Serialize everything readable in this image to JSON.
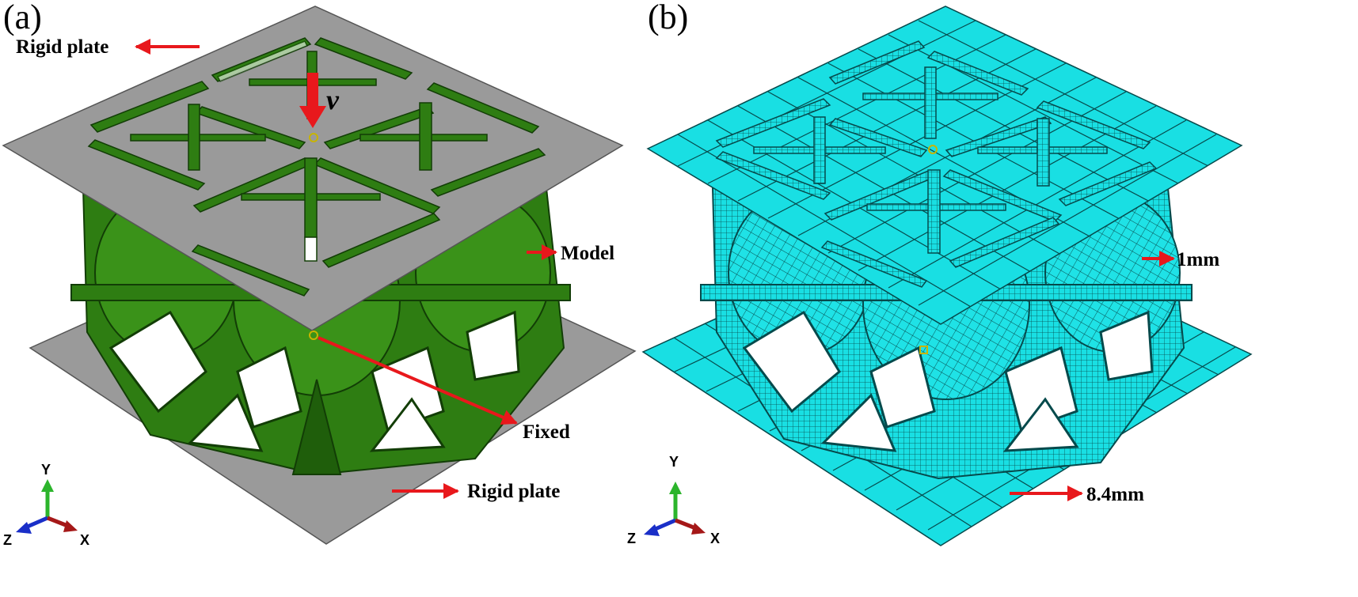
{
  "panels": {
    "a": {
      "label": "(a)",
      "annotations": {
        "rigid_plate_top": "Rigid plate",
        "model": "Model",
        "fixed": "Fixed",
        "rigid_plate_bottom": "Rigid plate",
        "velocity": "v"
      },
      "axes": {
        "y": "Y",
        "z": "Z",
        "x": "X"
      }
    },
    "b": {
      "label": "(b)",
      "annotations": {
        "mesh_model": "1mm",
        "mesh_plate": "8.4mm"
      },
      "axes": {
        "y": "Y",
        "z": "Z",
        "x": "X"
      }
    }
  },
  "colors": {
    "plate_gray": "#9a9a9a",
    "model_green": "#2e7d12",
    "mesh_cyan": "#19dfe3",
    "arrow_red": "#e8181c"
  }
}
